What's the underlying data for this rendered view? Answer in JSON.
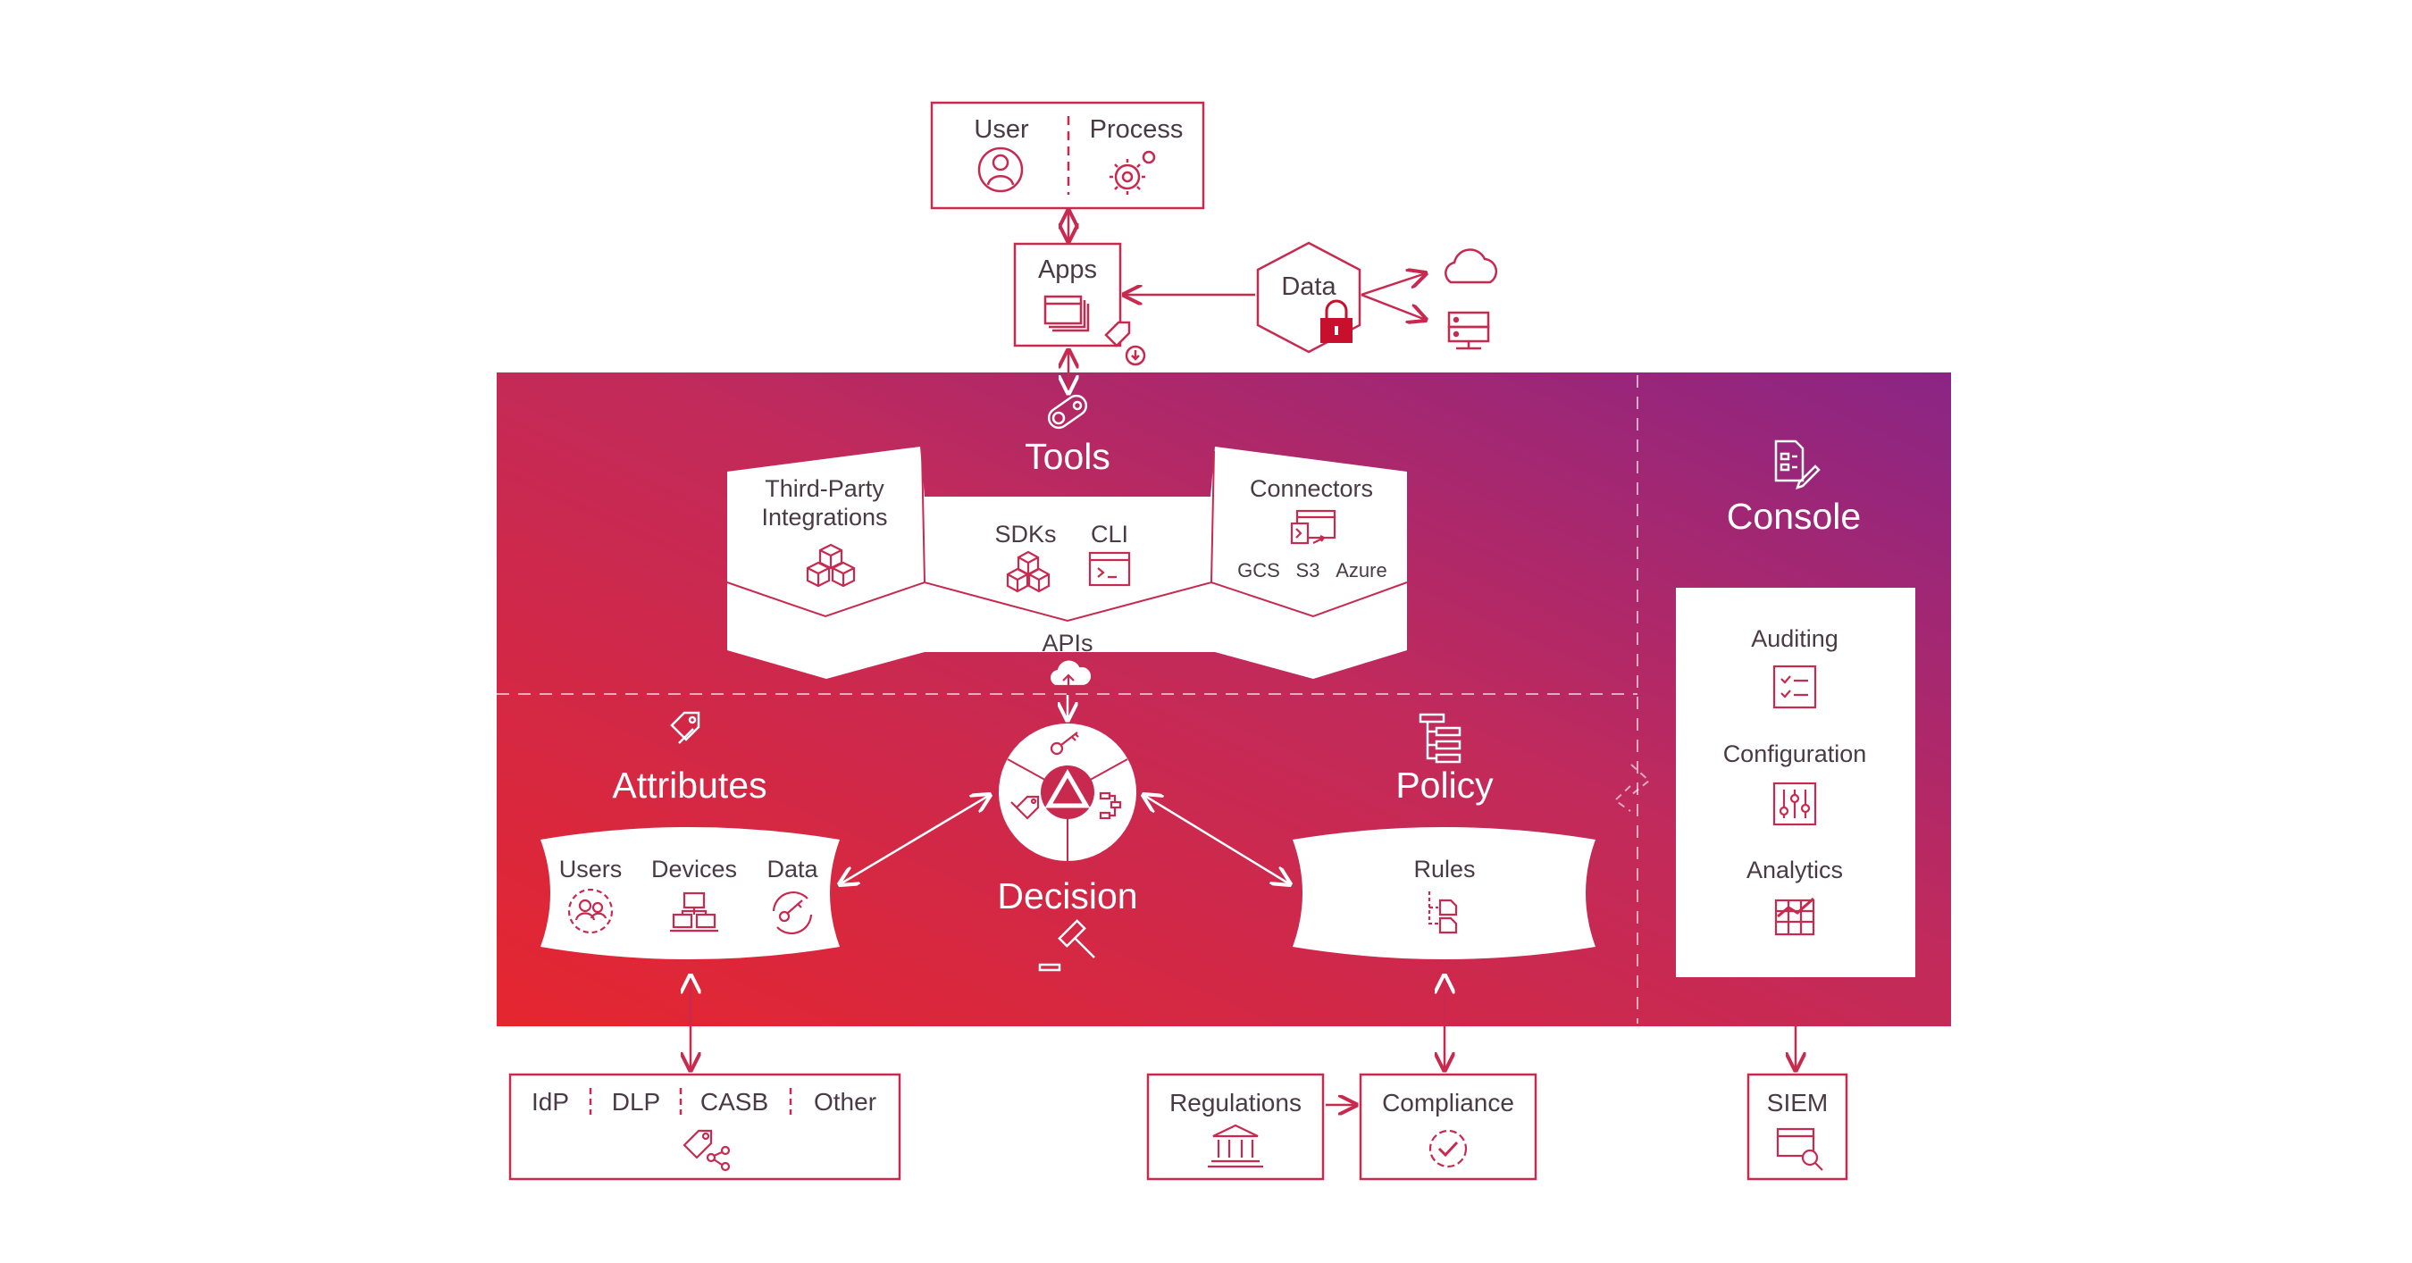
{
  "colors": {
    "accent": "#c72a4e",
    "gradient_start": "#e5262f",
    "gradient_end": "#8a2585",
    "text_dark": "#4a3a44",
    "white": "#ffffff"
  },
  "top": {
    "user": "User",
    "process": "Process",
    "apps": "Apps",
    "data": "Data"
  },
  "tools": {
    "title": "Tools",
    "third_party_1": "Third-Party",
    "third_party_2": "Integrations",
    "sdks": "SDKs",
    "cli": "CLI",
    "connectors": "Connectors",
    "gcs": "GCS",
    "s3": "S3",
    "azure": "Azure",
    "apis": "APIs"
  },
  "core": {
    "attributes": "Attributes",
    "users": "Users",
    "devices": "Devices",
    "data": "Data",
    "decision": "Decision",
    "policy": "Policy",
    "rules": "Rules"
  },
  "console": {
    "title": "Console",
    "auditing": "Auditing",
    "configuration": "Configuration",
    "analytics": "Analytics"
  },
  "bottom": {
    "idp": "IdP",
    "dlp": "DLP",
    "casb": "CASB",
    "other": "Other",
    "regulations": "Regulations",
    "compliance": "Compliance",
    "siem": "SIEM"
  },
  "icons": [
    "user-icon",
    "gear-icon",
    "apps-window-icon",
    "tag-download-icon",
    "lock-icon",
    "cloud-icon",
    "server-icon",
    "tools-chain-icon",
    "cubes-icon",
    "terminal-icon",
    "connector-icon",
    "cloud-upload-icon",
    "tag-icon",
    "key-icon",
    "gavel-icon",
    "flowchart-icon",
    "users-icon",
    "devices-icon",
    "data-key-icon",
    "rules-icon",
    "console-doc-icon",
    "checklist-icon",
    "sliders-icon",
    "analytics-icon",
    "share-tag-icon",
    "bank-icon",
    "compliance-gear-icon",
    "siem-search-icon"
  ]
}
